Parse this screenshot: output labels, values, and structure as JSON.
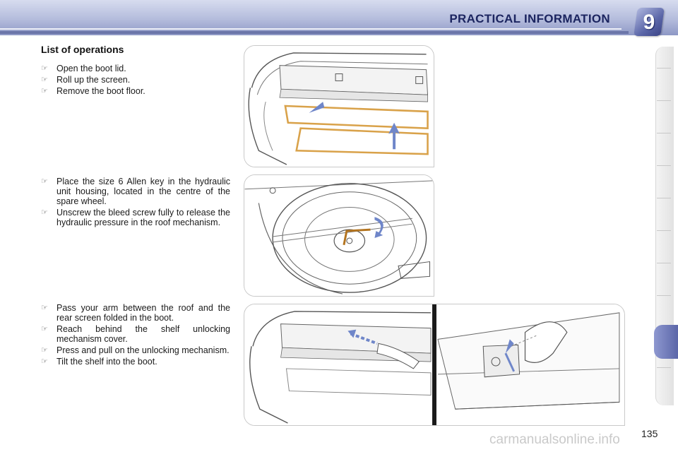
{
  "header": {
    "title": "PRACTICAL INFORMATION",
    "chapter_number": "9"
  },
  "section": {
    "title": "List of operations"
  },
  "bullet_glyph": "☞",
  "steps_group_1": [
    "Open the boot lid.",
    "Roll up the screen.",
    "Remove the boot floor."
  ],
  "steps_group_2": [
    "Place the size 6 Allen key in the hydraulic unit housing, located in the centre of the spare wheel.",
    "Unscrew the bleed screw fully to release the hydraulic pressure in the roof mechanism."
  ],
  "steps_group_3": [
    "Pass your arm between the roof and the rear screen folded in the boot.",
    "Reach behind the shelf unlocking mechanism cover.",
    "Press and pull on the unlocking mechanism.",
    "Tilt the shelf into the boot."
  ],
  "page_number": "135",
  "watermark": "carmanualsonline.info",
  "colors": {
    "header_text": "#1c2560",
    "accent": "#5b66a8",
    "highlight": "#d9a24a",
    "arrow": "#6f86c9"
  }
}
